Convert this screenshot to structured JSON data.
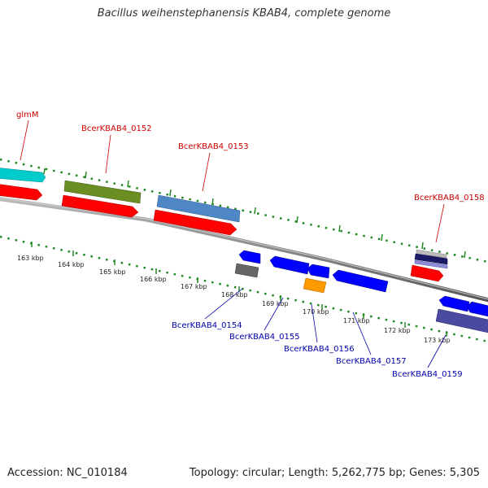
{
  "title": "Bacillus weihenstephanensis KBAB4, complete genome",
  "footer": {
    "accession": "Accession: NC_010184",
    "summary": "Topology: circular; Length: 5,262,775 bp; Genes: 5,305"
  },
  "colors": {
    "forward_label": "#cc0000",
    "reverse_label": "#0000aa",
    "backbone": "#888888",
    "tick": "#228822",
    "cds_red": "#ff0000",
    "cds_blue": "#0000ff",
    "cds_cyan": "#00cccc",
    "cds_olive": "#6b8e23",
    "cds_steel": "#4f86c6",
    "cds_gray": "#666666",
    "cds_orange": "#ff9900",
    "cds_navy": "#1a1a66",
    "cds_slate": "#4a4aa0"
  },
  "forward_labels": [
    "glmM",
    "BcerKBAB4_0152",
    "BcerKBAB4_0153",
    "BcerKBAB4_0158"
  ],
  "reverse_labels": [
    "BcerKBAB4_0154",
    "BcerKBAB4_0155",
    "BcerKBAB4_0156",
    "BcerKBAB4_0157",
    "BcerKBAB4_0159"
  ],
  "ticks": [
    "163 kbp",
    "164 kbp",
    "165 kbp",
    "166 kbp",
    "167 kbp",
    "168 kbp",
    "169 kbp",
    "170 kbp",
    "171 kbp",
    "172 kbp",
    "173 kbp"
  ]
}
